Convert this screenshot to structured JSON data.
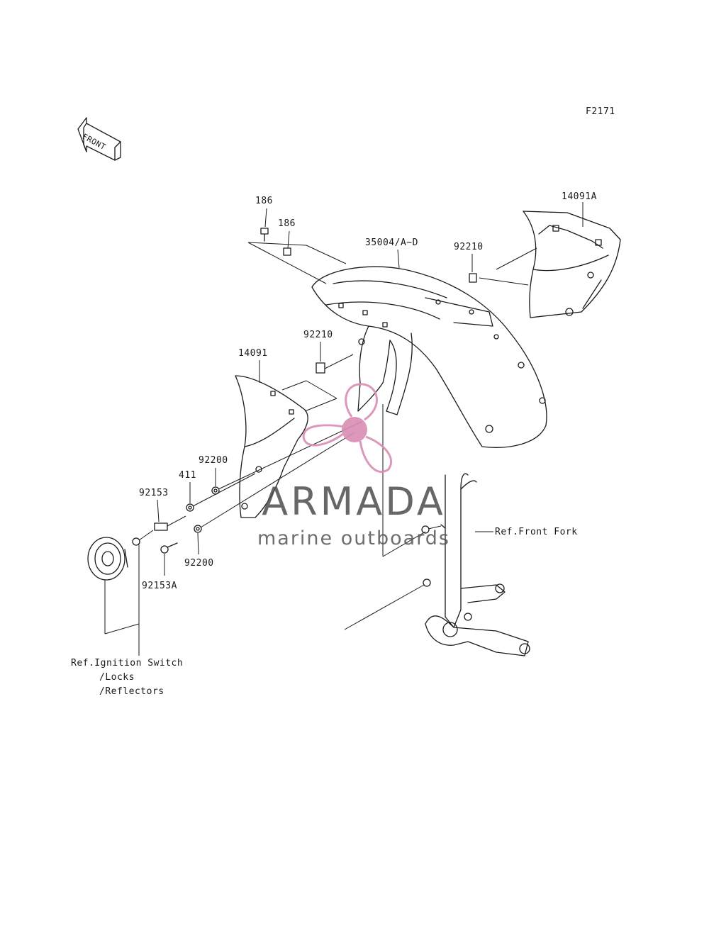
{
  "figure_id": "F2171",
  "front_arrow_label": "FRONT",
  "callouts": {
    "p186_a": "186",
    "p186_b": "186",
    "p35004": "35004/A~D",
    "p92210_a": "92210",
    "p14091A": "14091A",
    "p92210_b": "92210",
    "p14091": "14091",
    "p92200_a": "92200",
    "p411": "411",
    "p92153": "92153",
    "p92200_b": "92200",
    "p92153A": "92153A"
  },
  "references": {
    "front_fork": "Ref.Front Fork",
    "ignition_line1": "Ref.Ignition Switch",
    "ignition_line2": "/Locks",
    "ignition_line3": "/Reflectors"
  },
  "watermark": {
    "title": "ARMADA",
    "subtitle": "marine outboards",
    "accent_color": "#d98cb3",
    "text_color": "#4d4d4d"
  }
}
